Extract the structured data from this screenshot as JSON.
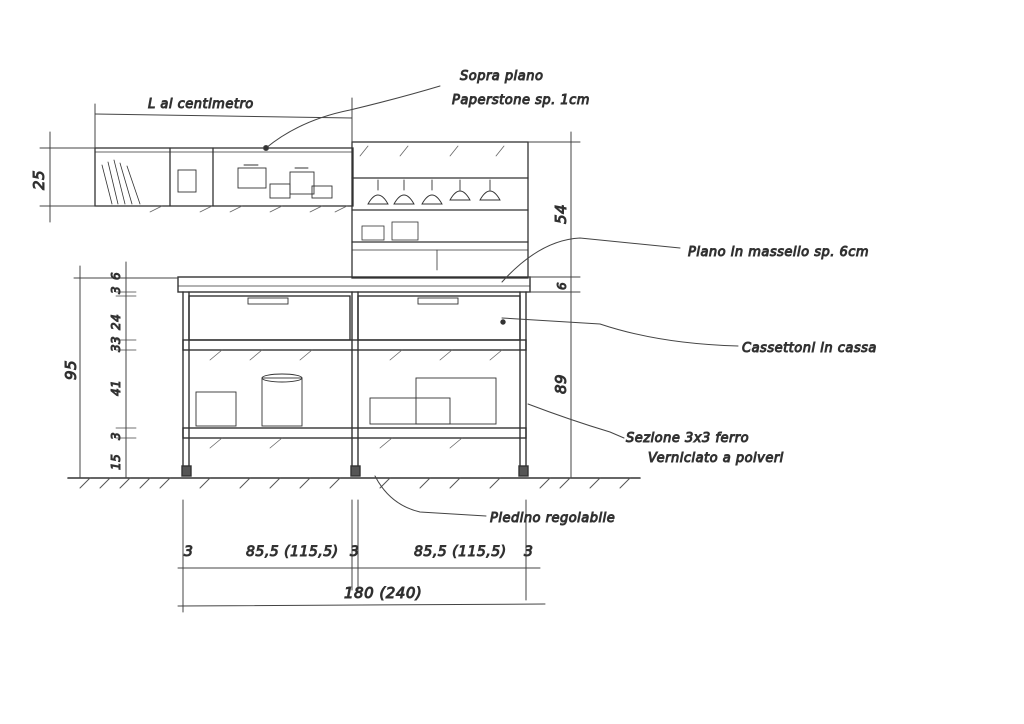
{
  "annotations": {
    "top_width": "L al centimetro",
    "sopra_1": "Sopra piano",
    "sopra_2": "Paperstone sp. 1cm",
    "piano": "Piano in massello sp. 6cm",
    "cassettoni": "Cassettoni in cassa",
    "sezione_1": "Sezione 3x3 ferro",
    "sezione_2": "Verniciato a polveri",
    "piedino": "Piedino regolabile"
  },
  "dimensions": {
    "left": {
      "upper": "25",
      "total": "95",
      "d1": "3",
      "d2": "6",
      "d3": "3",
      "d4": "24",
      "d5": "3",
      "d6": "41",
      "d7": "3",
      "d8": "15"
    },
    "right": {
      "upper": "54",
      "top": "6",
      "lower": "89"
    },
    "bottom": {
      "a": "3",
      "b": "85,5 (115,5)",
      "c": "3",
      "d": "85,5 (115,5)",
      "e": "3",
      "total": "180 (240)"
    }
  }
}
